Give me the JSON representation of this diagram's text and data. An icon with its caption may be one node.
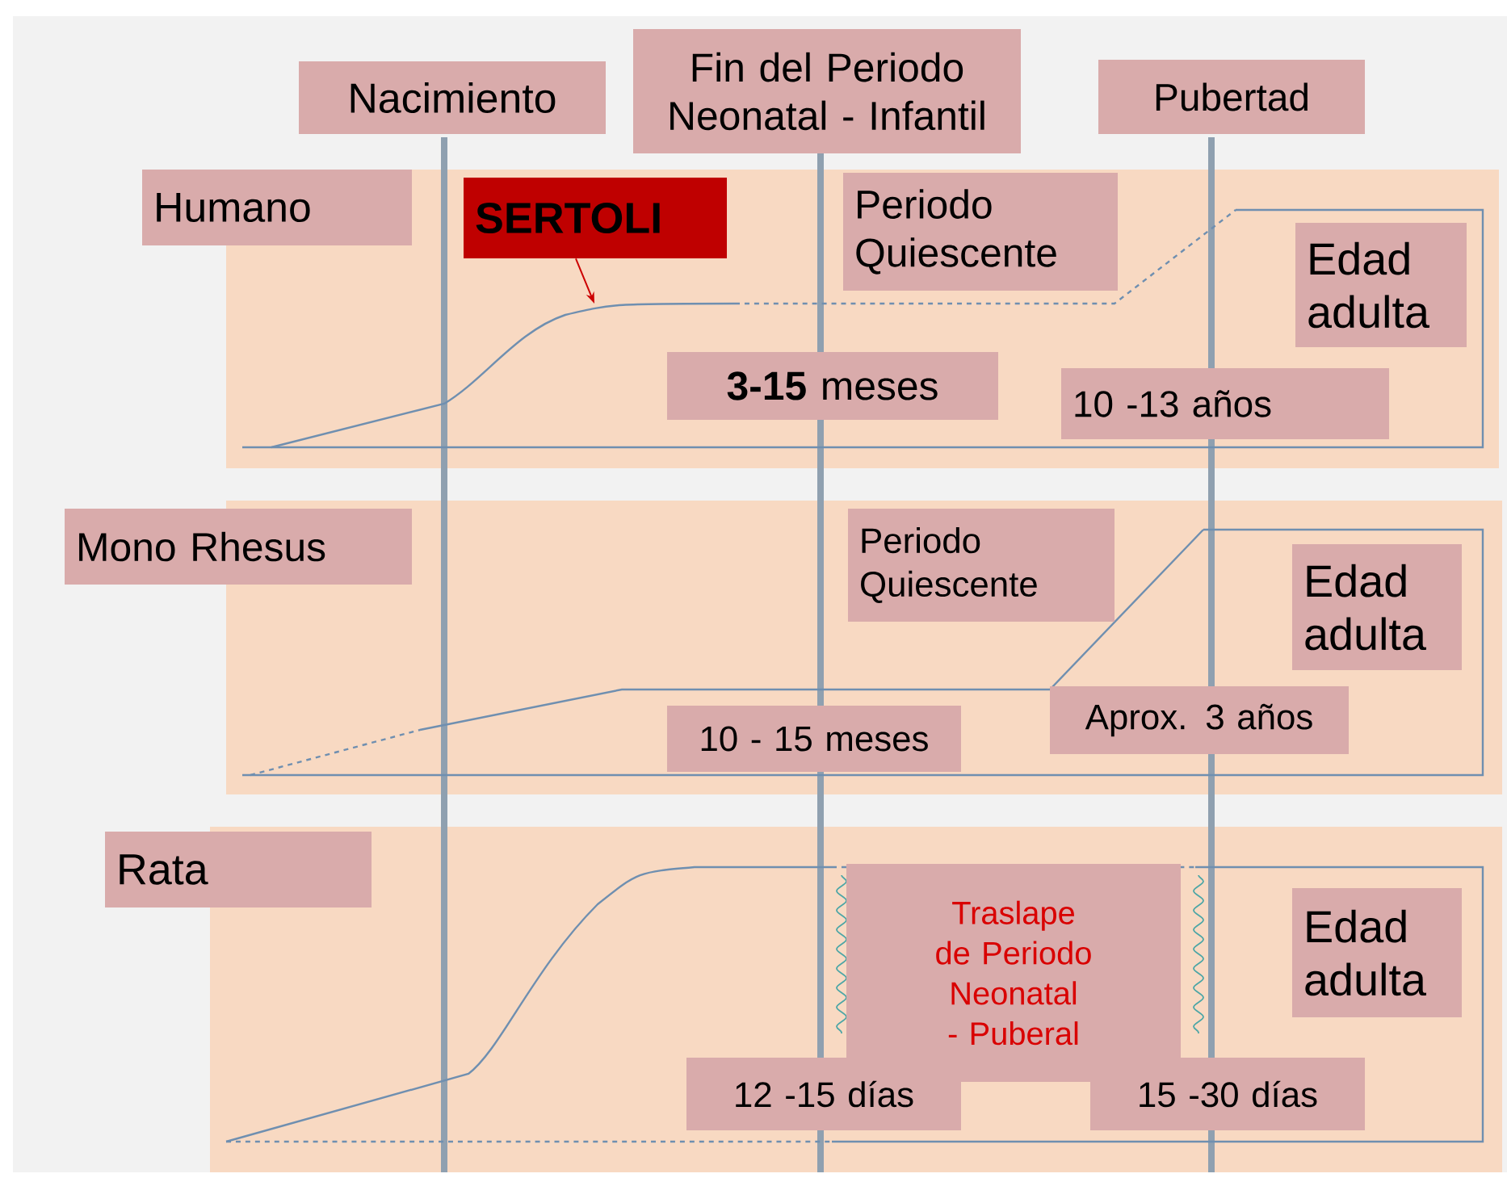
{
  "diagram": {
    "nodes": [
      {
        "text": [
          "Nacimiento"
        ]
      },
      {
        "text": [
          "Fin del Periodo Neonatal - Infantil"
        ]
      },
      {
        "text": [
          "Pubertad"
        ]
      },
      {
        "text": [
          "Humano"
        ]
      },
      {
        "text": [
          "SERTOLI"
        ]
      },
      {
        "text": [
          "Periodo Quiescente"
        ]
      },
      {
        "text": [
          "Edad adulta"
        ]
      },
      {
        "text": [
          "**3-15** meses"
        ]
      },
      {
        "text": [
          "10 -13 años"
        ]
      },
      {
        "text": [
          "Mono Rhesus"
        ]
      },
      {
        "text": [
          "Periodo Quiescente"
        ]
      },
      {
        "text": [
          "Edad adulta"
        ]
      },
      {
        "text": [
          "10 - 15 meses"
        ]
      },
      {
        "text": [
          "Aprox. 3 años"
        ]
      },
      {
        "text": [
          "Rata"
        ]
      },
      {
        "text": [
          "Traslape de Periodo Neonatal - Puberal"
        ]
      },
      {
        "text": [
          "Edad adulta"
        ]
      },
      {
        "text": [
          "12 -15 días"
        ]
      },
      {
        "text": [
          "15 -30 días"
        ]
      },
      {
        "text": [],
        "shape": "curve"
      }
    ],
    "edges": [
      {
        "from": 4,
        "to": 19,
        "arrow": "to"
      }
    ]
  }
}
